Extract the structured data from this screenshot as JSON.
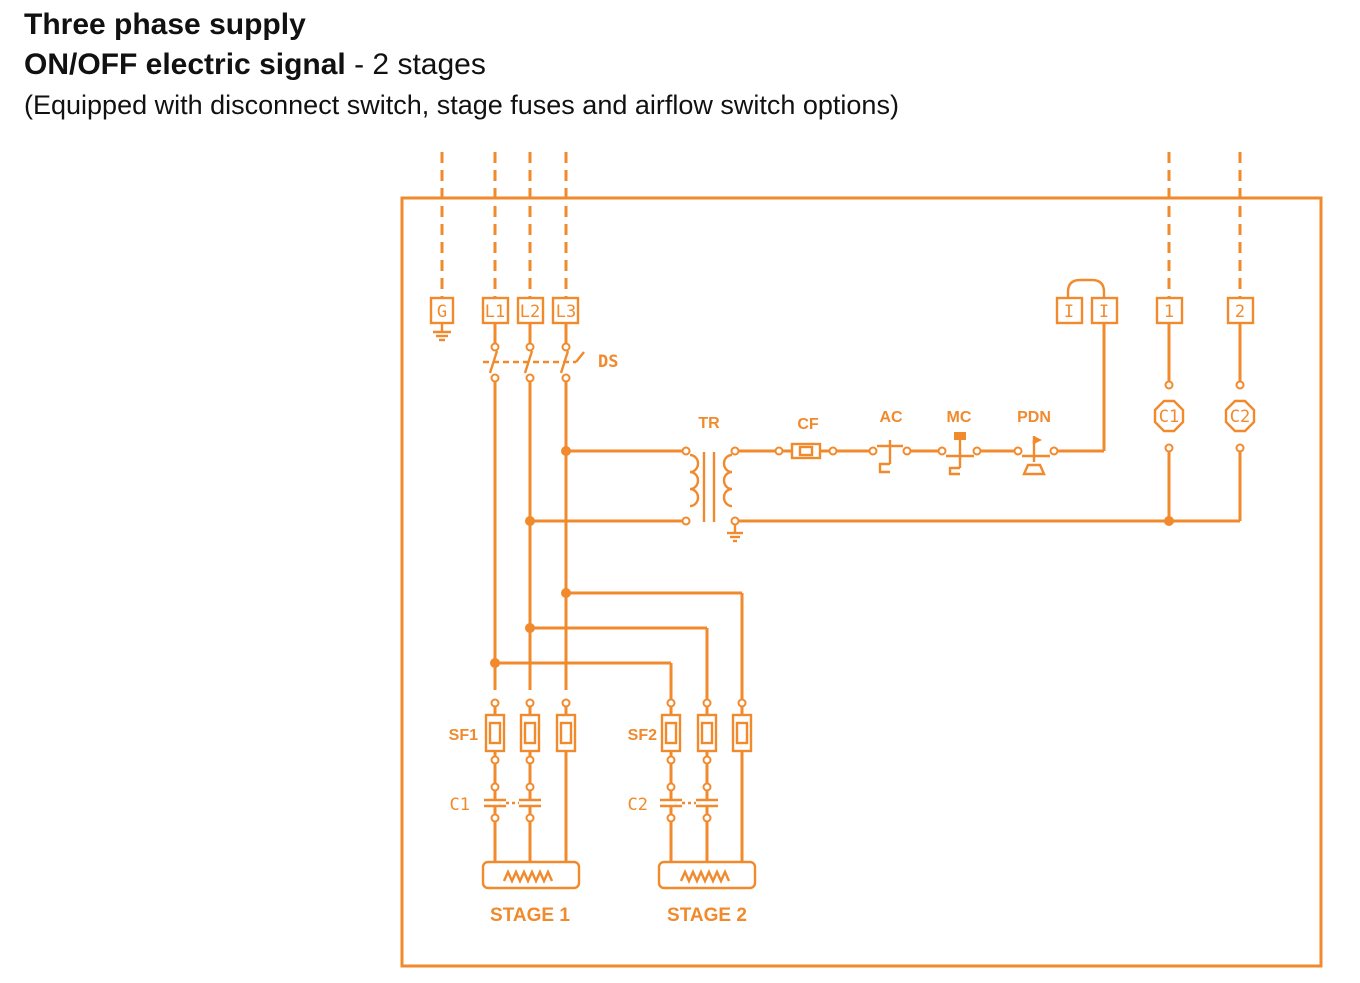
{
  "header": {
    "line1": "Three phase supply",
    "line2_bold": "ON/OFF electric signal",
    "line2_rest": " - 2 stages",
    "line3": "(Equipped with disconnect switch, stage fuses and airflow switch options)"
  },
  "terminals": {
    "ground": "G",
    "l1": "L1",
    "l2": "L2",
    "l3": "L3",
    "aux_a": "I",
    "aux_b": "I",
    "t1": "1",
    "t2": "2"
  },
  "components": {
    "disconnect": "DS",
    "transformer": "TR",
    "control_fuse": "CF",
    "airflow_switch": "AC",
    "manual_cutout": "MC",
    "pressure_switch": "PDN",
    "coil1": "C1",
    "coil2": "C2",
    "stage_fuse1": "SF1",
    "stage_fuse2": "SF2",
    "contactor1": "C1",
    "contactor2": "C2"
  },
  "stages": {
    "stage1": "STAGE 1",
    "stage2": "STAGE 2"
  },
  "colors": {
    "wire": "#f18a2c",
    "header_text": "#111111"
  }
}
